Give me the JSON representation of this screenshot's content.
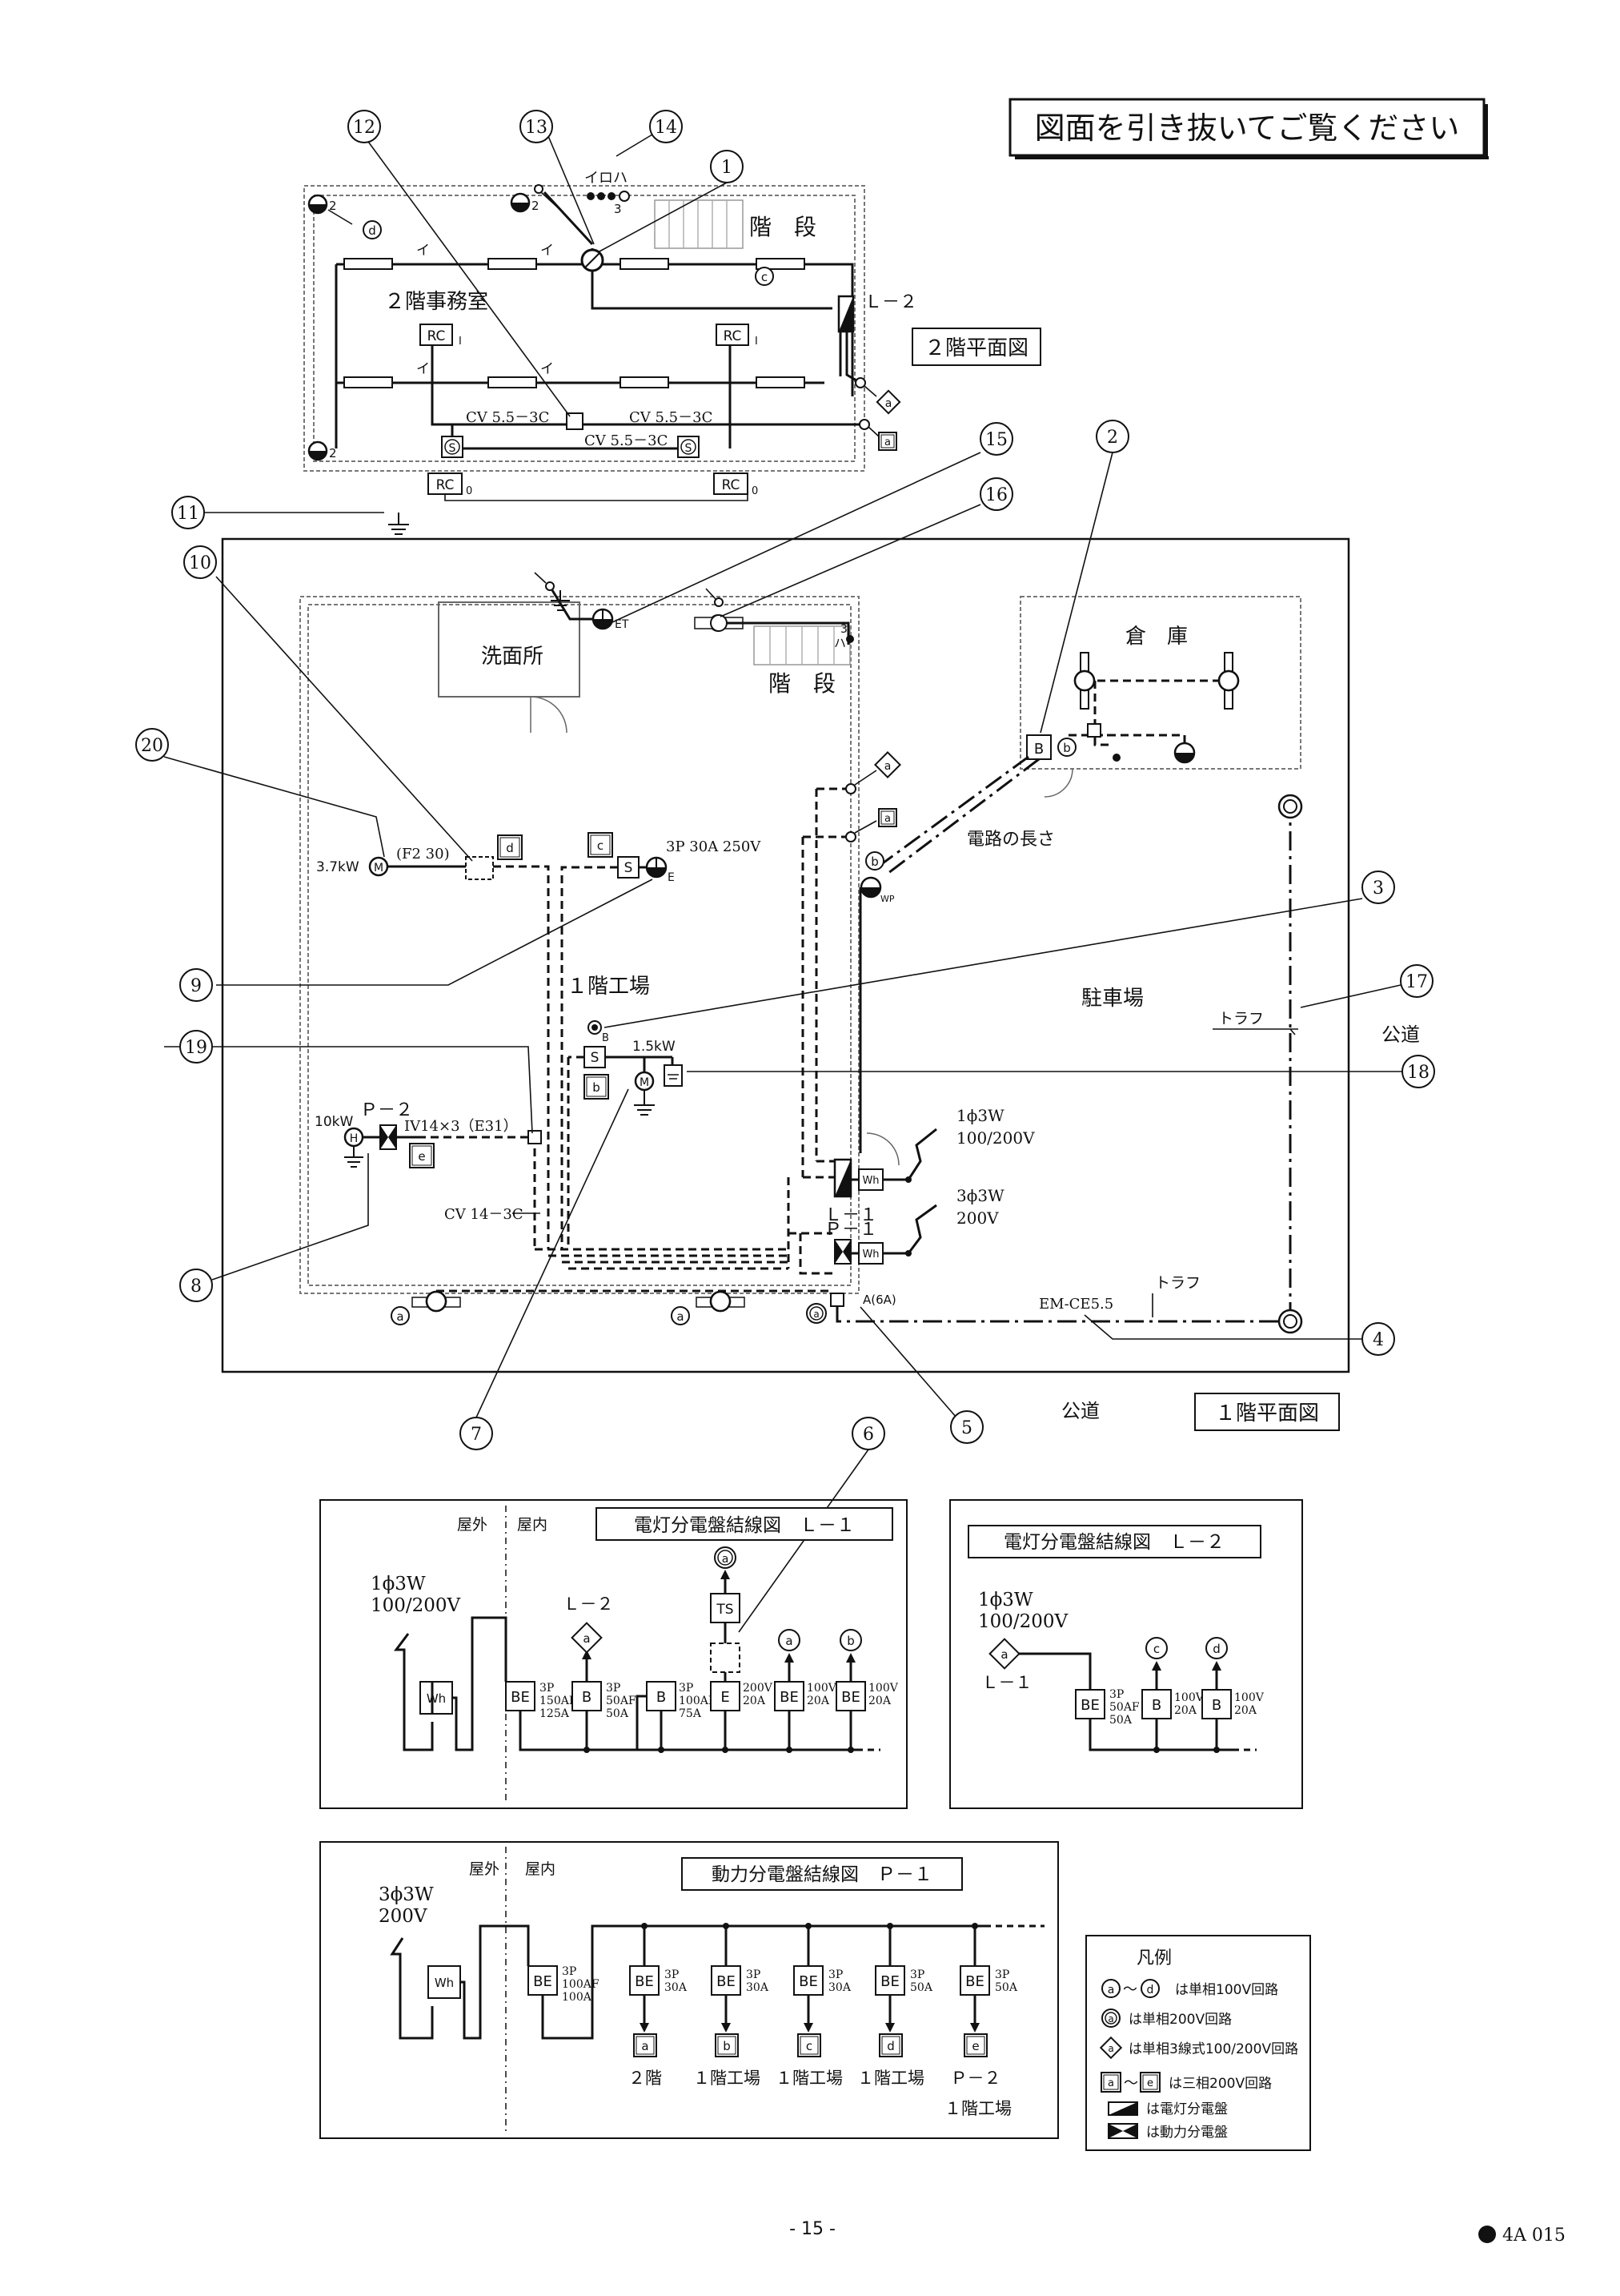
{
  "banner": "図面を引き抜いてご覧ください",
  "plan2": {
    "title": "２階平面図",
    "room": "２階事務室",
    "stairs": "階　段",
    "switch_labels": "イロハ",
    "lamp_i": "イ",
    "panel": "Ｌ－２",
    "rc": "RC",
    "cable_1": "CV 5.5－3C",
    "cable_2": "CV 5.5－3C",
    "cable_3": "CV 5.5－3C",
    "s": "S",
    "num_2": "2",
    "num_3": "3",
    "num_0": "0",
    "num_I": "I",
    "c_d": "d",
    "c_c": "c",
    "c_a": "a"
  },
  "plan1": {
    "title": "１階平面図",
    "wash": "洗面所",
    "stairs": "階　段",
    "storage": "倉　庫",
    "factory": "１階工場",
    "parking": "駐車場",
    "road_right": "公道",
    "road_bottom": "公道",
    "circuit_length": "電路の長さ",
    "motor_37": "3.7kW",
    "f230": "(F2 30)",
    "outlet_3p": "3P 30A 250V",
    "motor_15": "1.5kW",
    "heater_10": "10kW",
    "p2": "Ｐ－２",
    "iv": "IV14×3（E31）",
    "cv14": "CV 14－3C",
    "supply_1": "1ϕ3W",
    "supply_1v": "100/200V",
    "supply_3": "3ϕ3W",
    "supply_3v": "200V",
    "l1": "Ｌ－１",
    "p1": "Ｐ－１",
    "em": "EM-CE5.5",
    "trough1": "トラフ",
    "trough2": "トラフ",
    "a6a": "A(6A)",
    "wh": "Wh",
    "et": "ET",
    "wp": "WP",
    "e": "E",
    "b": "B",
    "s": "S",
    "ha": "ハ",
    "c_d": "d",
    "c_c": "c",
    "c_a": "a",
    "c_b": "b",
    "c_e": "e"
  },
  "callouts": [
    "1",
    "2",
    "3",
    "4",
    "5",
    "6",
    "7",
    "8",
    "9",
    "10",
    "11",
    "12",
    "13",
    "14",
    "15",
    "16",
    "17",
    "18",
    "19",
    "20"
  ],
  "l1_diagram": {
    "title": "電灯分電盤結線図　Ｌ－１",
    "outdoor": "屋外",
    "indoor": "屋内",
    "supply": "1ϕ3W",
    "supply_v": "100/200V",
    "to_l2": "Ｌ－２",
    "ts": "TS",
    "breakers": [
      {
        "code": "BE",
        "r1": "3P",
        "r2": "150AF",
        "r3": "125A"
      },
      {
        "code": "B",
        "r1": "3P",
        "r2": "50AF",
        "r3": "50A"
      },
      {
        "code": "B",
        "r1": "3P",
        "r2": "100AF",
        "r3": "75A"
      },
      {
        "code": "E",
        "r1": "200V",
        "r2": "20A",
        "r3": ""
      },
      {
        "code": "BE",
        "r1": "100V",
        "r2": "20A",
        "r3": ""
      },
      {
        "code": "BE",
        "r1": "100V",
        "r2": "20A",
        "r3": ""
      }
    ],
    "c_a": "a",
    "c_b": "b",
    "wh": "Wh"
  },
  "l2_diagram": {
    "title": "電灯分電盤結線図　Ｌ－２",
    "supply": "1ϕ3W",
    "supply_v": "100/200V",
    "from_l1": "Ｌ－１",
    "breakers": [
      {
        "code": "BE",
        "r1": "3P",
        "r2": "50AF",
        "r3": "50A"
      },
      {
        "code": "B",
        "r1": "100V",
        "r2": "20A",
        "r3": ""
      },
      {
        "code": "B",
        "r1": "100V",
        "r2": "20A",
        "r3": ""
      }
    ],
    "c_c": "c",
    "c_d": "d"
  },
  "p1_diagram": {
    "title": "動力分電盤結線図　Ｐ－１",
    "outdoor": "屋外",
    "indoor": "屋内",
    "supply": "3ϕ3W",
    "supply_v": "200V",
    "wh": "Wh",
    "main": {
      "code": "BE",
      "r1": "3P",
      "r2": "100AF",
      "r3": "100A"
    },
    "branches": [
      {
        "code": "BE",
        "r1": "3P",
        "r2": "30A",
        "to": "a",
        "dest": "２階",
        "dest2": ""
      },
      {
        "code": "BE",
        "r1": "3P",
        "r2": "30A",
        "to": "b",
        "dest": "１階工場",
        "dest2": ""
      },
      {
        "code": "BE",
        "r1": "3P",
        "r2": "30A",
        "to": "c",
        "dest": "１階工場",
        "dest2": ""
      },
      {
        "code": "BE",
        "r1": "3P",
        "r2": "50A",
        "to": "d",
        "dest": "１階工場",
        "dest2": ""
      },
      {
        "code": "BE",
        "r1": "3P",
        "r2": "50A",
        "to": "e",
        "dest": "Ｐ－２",
        "dest2": "１階工場"
      }
    ]
  },
  "legend": {
    "title": "凡例",
    "row1_a": "a",
    "row1_sep": "～",
    "row1_b": "d",
    "row1_text": "は単相100V回路",
    "row2_sym": "a",
    "row2_text": "は単相200V回路",
    "row3_sym": "a",
    "row3_text": "は単相3線式100/200V回路",
    "row4_a": "a",
    "row4_sep": "～",
    "row4_b": "e",
    "row4_text": "は三相200V回路",
    "row5_text": "は電灯分電盤",
    "row6_text": "は動力分電盤"
  },
  "footer": {
    "page": "- 15 -",
    "code": "4A 015"
  }
}
